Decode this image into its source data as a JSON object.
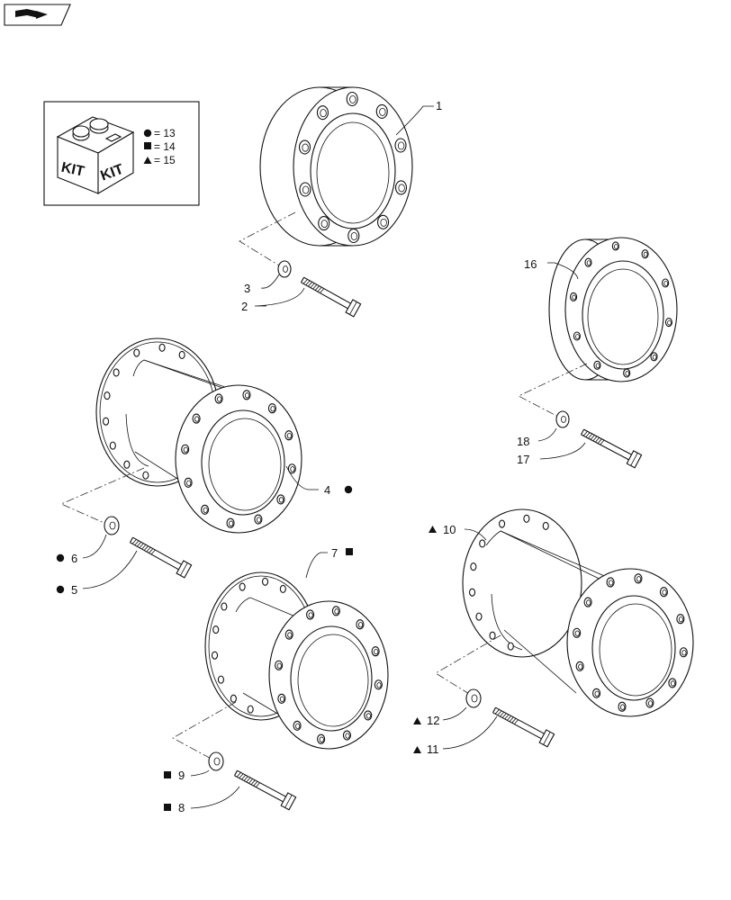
{
  "kit_legend": {
    "kit_label": "KIT",
    "rows": [
      {
        "symbol": "circle",
        "text": "= 13"
      },
      {
        "symbol": "square",
        "text": "= 14"
      },
      {
        "symbol": "triangle",
        "text": "= 15"
      }
    ]
  },
  "callouts": [
    {
      "id": "1",
      "text": "1",
      "symbol": ""
    },
    {
      "id": "2",
      "text": "2",
      "symbol": ""
    },
    {
      "id": "3",
      "text": "3",
      "symbol": ""
    },
    {
      "id": "4",
      "text": "4",
      "symbol": "circle"
    },
    {
      "id": "5",
      "text": "5",
      "symbol": "circle"
    },
    {
      "id": "6",
      "text": "6",
      "symbol": "circle"
    },
    {
      "id": "7",
      "text": "7",
      "symbol": "square"
    },
    {
      "id": "8",
      "text": "8",
      "symbol": "square"
    },
    {
      "id": "9",
      "text": "9",
      "symbol": "square"
    },
    {
      "id": "10",
      "text": "10",
      "symbol": "triangle"
    },
    {
      "id": "11",
      "text": "11",
      "symbol": "triangle"
    },
    {
      "id": "12",
      "text": "12",
      "symbol": "triangle"
    },
    {
      "id": "16",
      "text": "16",
      "symbol": ""
    },
    {
      "id": "17",
      "text": "17",
      "symbol": ""
    },
    {
      "id": "18",
      "text": "18",
      "symbol": ""
    }
  ],
  "icons": {
    "corner": "book-arrow-icon",
    "kit": "kit-box-icon"
  }
}
